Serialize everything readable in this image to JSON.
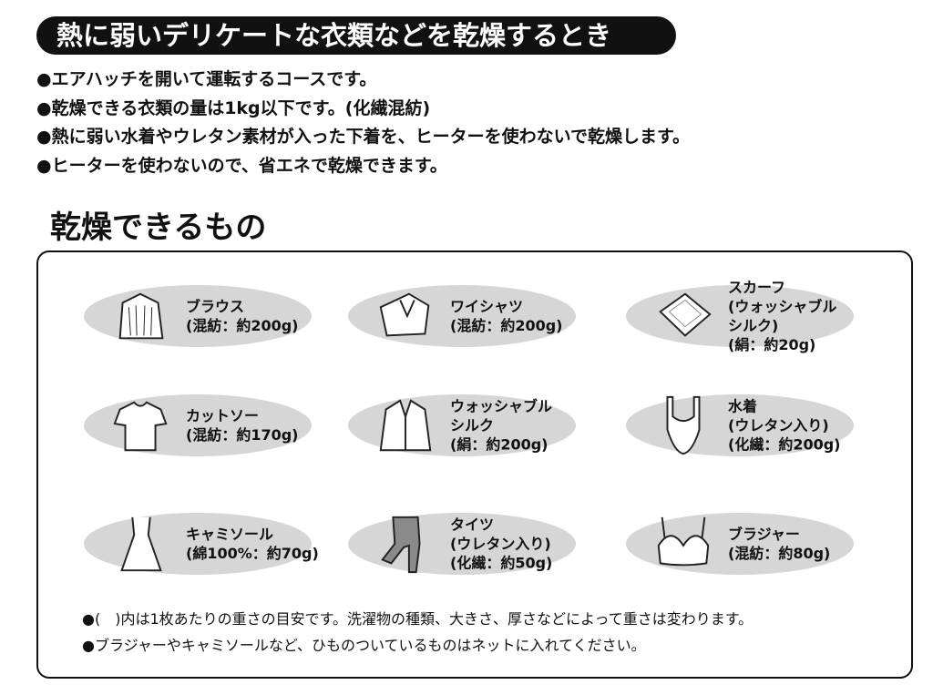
{
  "title": "熱に弱いデリケートな衣類などを乾燥するとき",
  "bullets": [
    "●エアハッチを開いて運転するコースです。",
    "●乾燥できる衣類の量は1kg以下です。(化繊混紡)",
    "●熱に弱い水着やウレタン素材が入った下着を、ヒーターを使わないで乾燥します。",
    "●ヒーターを使わないので、省エネで乾燥できます。"
  ],
  "heading": "乾燥できるもの",
  "items": [
    {
      "icon": "blouse-icon",
      "lines": [
        "ブラウス",
        "(混紡：約200g)"
      ]
    },
    {
      "icon": "shirt-icon",
      "lines": [
        "ワイシャツ",
        "(混紡：約200g)"
      ]
    },
    {
      "icon": "scarf-icon",
      "lines": [
        "スカーフ",
        "(ウォッシャブル",
        "シルク)",
        "(絹：約20g)"
      ]
    },
    {
      "icon": "tshirt-icon",
      "lines": [
        "カットソー",
        "(混紡：約170g)"
      ]
    },
    {
      "icon": "jacket-icon",
      "lines": [
        "ウォッシャブル",
        "シルク",
        "(絹：約200g)"
      ]
    },
    {
      "icon": "swimsuit-icon",
      "lines": [
        "水着",
        "(ウレタン入り)",
        "(化繊：約200g)"
      ]
    },
    {
      "icon": "camisole-icon",
      "lines": [
        "キャミソール",
        "(綿100%：約70g)"
      ]
    },
    {
      "icon": "tights-icon",
      "lines": [
        "タイツ",
        "(ウレタン入り)",
        "(化繊：約50g)"
      ]
    },
    {
      "icon": "bra-icon",
      "lines": [
        "ブラジャー",
        "(混紡：約80g)"
      ]
    }
  ],
  "notes": [
    "●(　)内は1枚あたりの重さの目安です。洗濯物の種類、大きさ、厚さなどによって重さは変わります。",
    "●ブラジャーやキャミソールなど、ひものついているものはネットに入れてください。"
  ]
}
